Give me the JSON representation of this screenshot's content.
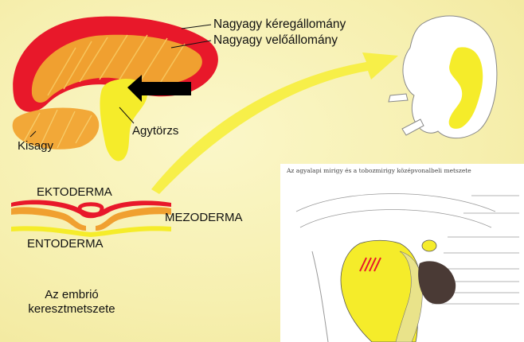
{
  "labels": {
    "cortex": "Nagyagy kéregállomány",
    "medulla": "Nagyagy velőállomány",
    "brainstem": "Agytörzs",
    "cerebellum": "Kisagy",
    "ectoderm": "EKTODERMA",
    "mesoderm": "MEZODERMA",
    "endoderm": "ENTODERMA",
    "embryo_caption_line1": "Az embrió",
    "embryo_caption_line2": "keresztmetszete"
  },
  "inset": {
    "title": "Az agyalapi mirigy és a tobozmirigy középvonalbeli metszete"
  },
  "colors": {
    "background": "#f6efae",
    "cortex_red": "#e8182a",
    "medulla_orange": "#f0a030",
    "yellow": "#f5ec2a",
    "arrow": "#000000"
  }
}
